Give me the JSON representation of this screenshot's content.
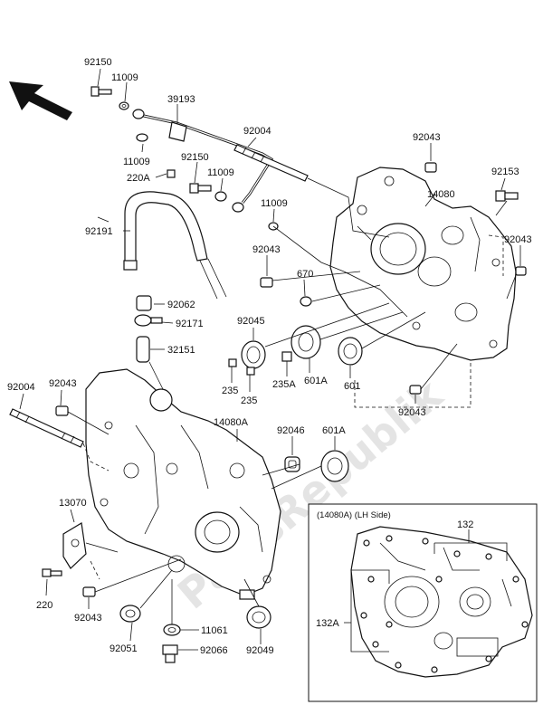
{
  "inset": {
    "title": "(14080A)  (LH Side)",
    "labels": {
      "p132": "132",
      "p132A": "132A"
    }
  },
  "parts": {
    "p92150a": "92150",
    "p11009a": "11009",
    "p39193": "39193",
    "p11009b": "11009",
    "p220A": "220A",
    "p92150b": "92150",
    "p11009c": "11009",
    "p92004a": "92004",
    "p11009d": "11009",
    "p92043a": "92043",
    "p14080": "14080",
    "p92153": "92153",
    "p92191": "92191",
    "p92043b": "92043",
    "p92043c": "92043",
    "p670": "670",
    "p92062": "92062",
    "p92171": "92171",
    "p92045": "92045",
    "p32151": "32151",
    "p235a": "235",
    "p235b": "235",
    "p235A": "235A",
    "p601A": "601A",
    "p601": "601",
    "p92043d": "92043",
    "p92004b": "92004",
    "p92043e": "92043",
    "p14080A": "14080A",
    "p92046": "92046",
    "p601Ab": "601A",
    "p13070": "13070",
    "p220": "220",
    "p92043f": "92043",
    "p11061": "11061",
    "p92051": "92051",
    "p92049": "92049",
    "p92066": "92066"
  },
  "watermark": "PartsRepublik",
  "icons": {
    "direction_arrow": "arrow-northwest-icon"
  }
}
